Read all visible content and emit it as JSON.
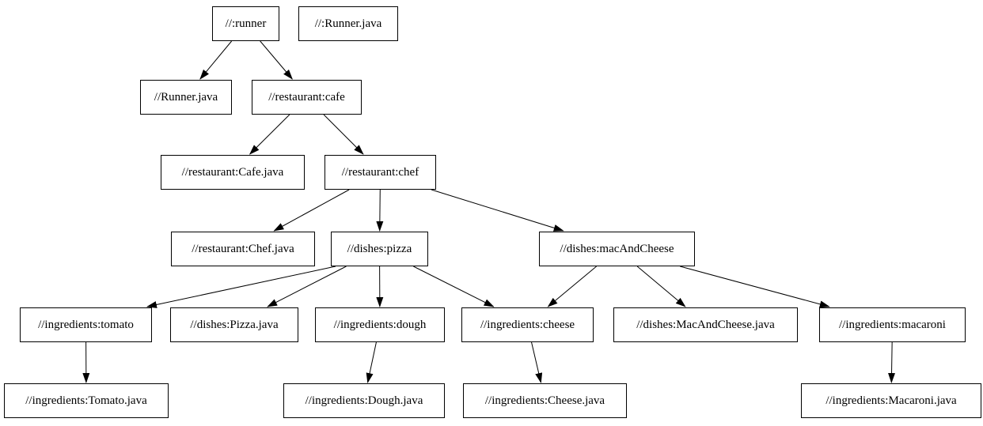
{
  "diagram": {
    "type": "dependency-graph",
    "background_color": "#ffffff",
    "node_fill_color": "#ffffff",
    "node_border_color": "#000000",
    "edge_color": "#000000",
    "nodes": [
      {
        "id": "runner",
        "label": "//:runner"
      },
      {
        "id": "root_runner_java",
        "label": "//:Runner.java"
      },
      {
        "id": "runner_java",
        "label": "//Runner.java"
      },
      {
        "id": "cafe",
        "label": "//restaurant:cafe"
      },
      {
        "id": "cafe_java",
        "label": "//restaurant:Cafe.java"
      },
      {
        "id": "chef",
        "label": "//restaurant:chef"
      },
      {
        "id": "chef_java",
        "label": "//restaurant:Chef.java"
      },
      {
        "id": "pizza",
        "label": "//dishes:pizza"
      },
      {
        "id": "mac_and_cheese",
        "label": "//dishes:macAndCheese"
      },
      {
        "id": "tomato",
        "label": "//ingredients:tomato"
      },
      {
        "id": "pizza_java",
        "label": "//dishes:Pizza.java"
      },
      {
        "id": "dough",
        "label": "//ingredients:dough"
      },
      {
        "id": "cheese",
        "label": "//ingredients:cheese"
      },
      {
        "id": "mac_and_cheese_java",
        "label": "//dishes:MacAndCheese.java"
      },
      {
        "id": "macaroni",
        "label": "//ingredients:macaroni"
      },
      {
        "id": "tomato_java",
        "label": "//ingredients:Tomato.java"
      },
      {
        "id": "dough_java",
        "label": "//ingredients:Dough.java"
      },
      {
        "id": "cheese_java",
        "label": "//ingredients:Cheese.java"
      },
      {
        "id": "macaroni_java",
        "label": "//ingredients:Macaroni.java"
      }
    ],
    "edges": [
      {
        "from": "runner",
        "to": "runner_java"
      },
      {
        "from": "runner",
        "to": "cafe"
      },
      {
        "from": "cafe",
        "to": "cafe_java"
      },
      {
        "from": "cafe",
        "to": "chef"
      },
      {
        "from": "chef",
        "to": "chef_java"
      },
      {
        "from": "chef",
        "to": "pizza"
      },
      {
        "from": "chef",
        "to": "mac_and_cheese"
      },
      {
        "from": "pizza",
        "to": "tomato"
      },
      {
        "from": "pizza",
        "to": "pizza_java"
      },
      {
        "from": "pizza",
        "to": "dough"
      },
      {
        "from": "pizza",
        "to": "cheese"
      },
      {
        "from": "mac_and_cheese",
        "to": "cheese"
      },
      {
        "from": "mac_and_cheese",
        "to": "mac_and_cheese_java"
      },
      {
        "from": "mac_and_cheese",
        "to": "macaroni"
      },
      {
        "from": "tomato",
        "to": "tomato_java"
      },
      {
        "from": "dough",
        "to": "dough_java"
      },
      {
        "from": "cheese",
        "to": "cheese_java"
      },
      {
        "from": "macaroni",
        "to": "macaroni_java"
      }
    ]
  }
}
